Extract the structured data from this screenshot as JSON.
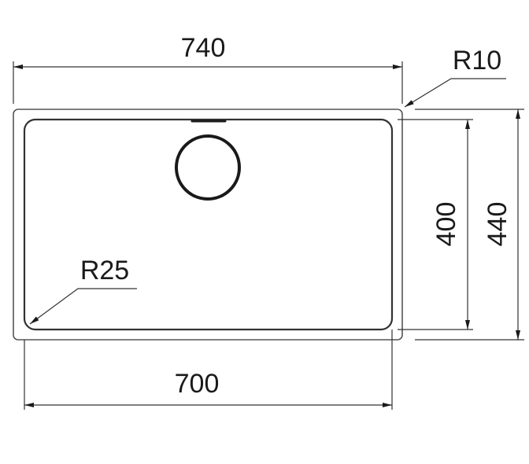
{
  "drawing": {
    "subject": "sink",
    "units": "mm",
    "dimensions": {
      "overall_width": "740",
      "overall_depth": "440",
      "bowl_width": "700",
      "bowl_depth": "400",
      "outer_radius": "R10",
      "bowl_radius": "R25"
    },
    "colors": {
      "line": "#1a1a1a",
      "dim_line": "#333333",
      "background": "#ffffff"
    }
  }
}
